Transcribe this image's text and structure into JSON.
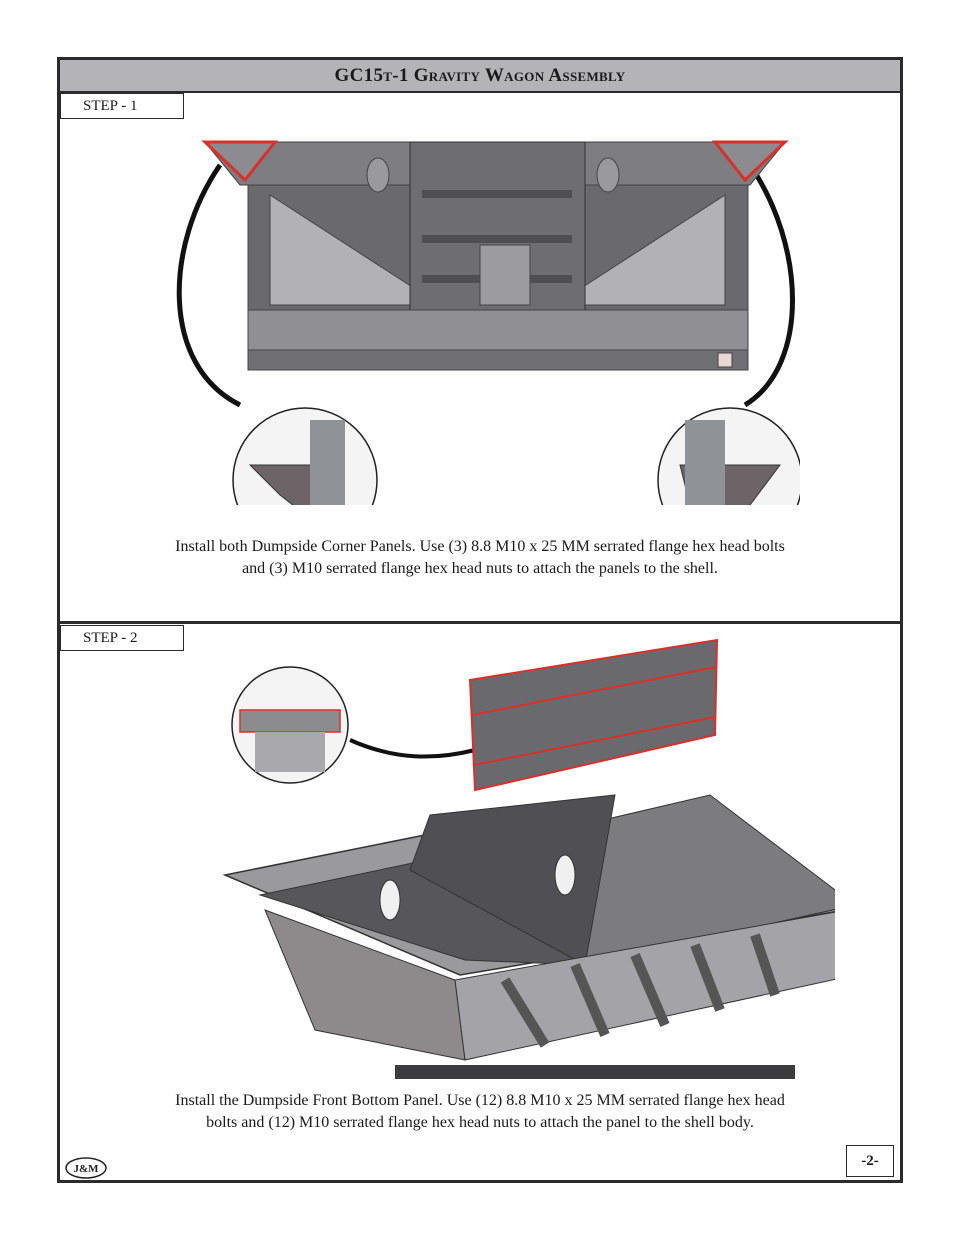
{
  "header": {
    "title": "GC15t-1 Gravity Wagon Assembly"
  },
  "steps": [
    {
      "label": "STEP - 1",
      "instruction_line1": "Install both Dumpside Corner Panels. Use (3) 8.8 M10 x 25 MM serrated flange hex head bolts",
      "instruction_line2": "and (3) M10  serrated flange hex head nuts to attach the panels to the shell."
    },
    {
      "label": "STEP - 2",
      "instruction_line1": "Install the Dumpside Front Bottom Panel. Use (12) 8.8 M10 x 25 MM serrated flange hex head",
      "instruction_line2": "bolts and (12) M10 serrated flange hex head nuts to attach the panel to the shell body."
    }
  ],
  "footer": {
    "page_number": "-2-",
    "logo_text": "J&M"
  },
  "colors": {
    "title_bar": "#b4b4b8",
    "metal_dark": "#5e5e62",
    "metal_mid": "#8a8a8e",
    "metal_light": "#b8b8bc",
    "highlight_red": "#d9302a"
  }
}
